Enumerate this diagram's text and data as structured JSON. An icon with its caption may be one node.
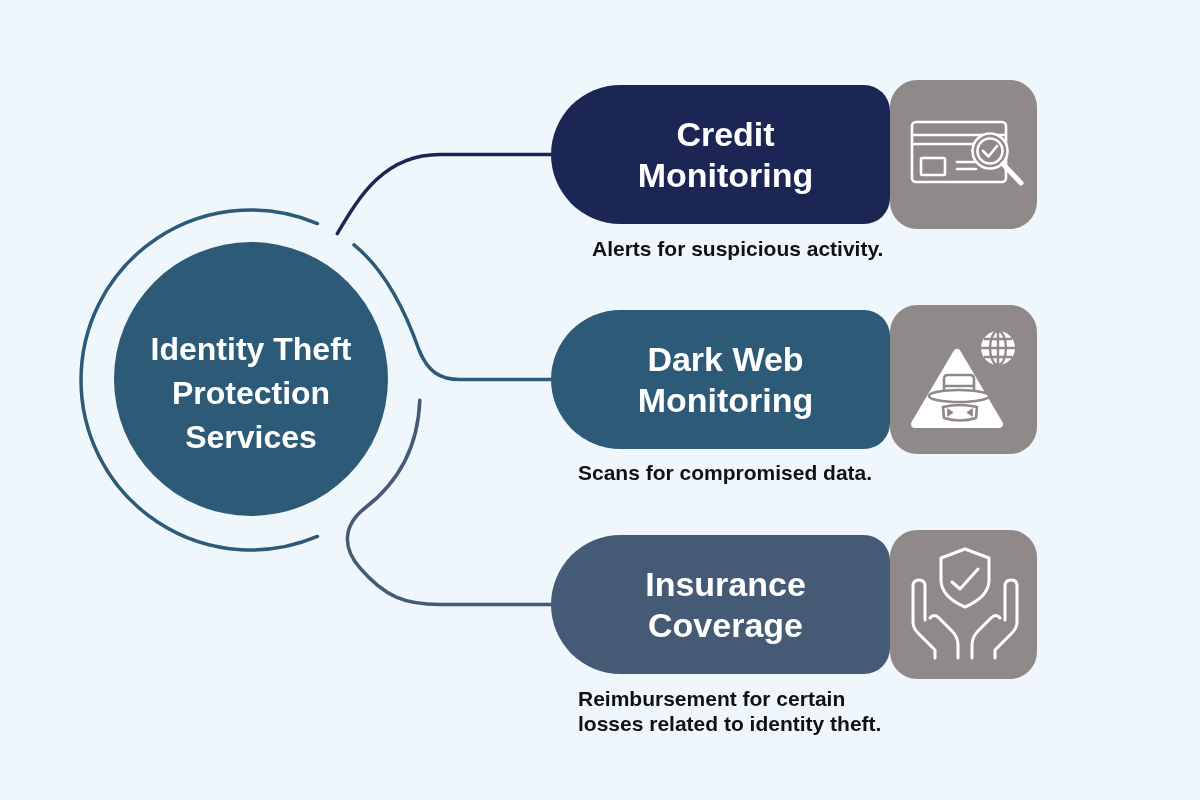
{
  "diagram": {
    "nodes": [
      {
        "text": [
          "Identity Theft Protection Services"
        ]
      },
      {
        "text": [
          "Credit Monitoring"
        ],
        "beside": [
          "Alerts for suspicious activity."
        ]
      },
      {
        "text": [
          "Dark Web Monitoring"
        ],
        "beside": [
          "Scans for compromised data."
        ]
      },
      {
        "text": [
          "Insurance Coverage"
        ],
        "beside": [
          "Reimbursement for certain losses related to identity theft."
        ]
      }
    ],
    "edges": [
      {
        "from": 0,
        "to": 1,
        "arrow": "none",
        "color": "#1b2654"
      },
      {
        "from": 0,
        "to": 2,
        "arrow": "none",
        "color": "#2c5a77"
      },
      {
        "from": 0,
        "to": 3,
        "arrow": "none",
        "color": "#455a74"
      }
    ]
  }
}
